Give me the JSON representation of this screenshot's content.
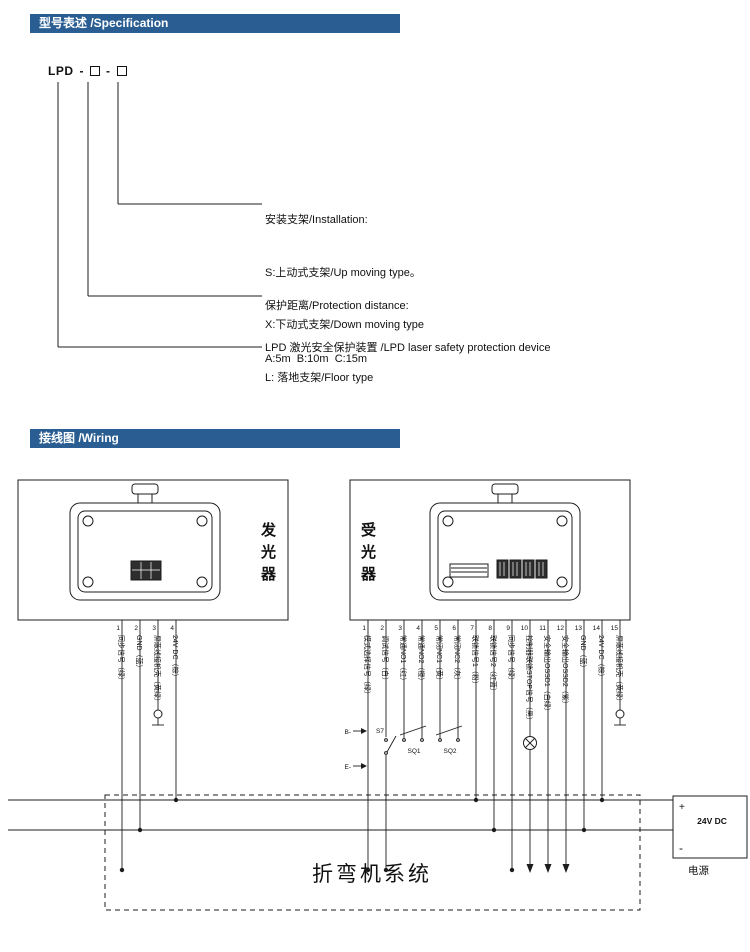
{
  "sections": {
    "spec_title": "型号表述 /Specification",
    "wiring_title": "接线图 /Wiring"
  },
  "model": {
    "prefix": "LPD",
    "dash": "-",
    "installation_title": "安装支架/Installation:",
    "installation_lines": [
      "S:上动式支架/Up moving type。",
      "X:下动式支架/Down moving type",
      "L: 落地支架/Floor type"
    ],
    "protection_title": "保护距离/Protection distance:",
    "protection_values": "A:5m  B:10m  C:15m",
    "device_desc": "LPD 激光安全保护装置 /LPD laser safety protection device"
  },
  "wiring": {
    "emitter_label": "发光器",
    "receiver_label": "受光器",
    "emitter_terminals": [
      {
        "num": "1",
        "label": "同步信号（绿）"
      },
      {
        "num": "2",
        "label": "GND（蓝）"
      },
      {
        "num": "3",
        "label": "屏蔽线接机壳（黄绿）"
      },
      {
        "num": "4",
        "label": "24V DC（棕）"
      }
    ],
    "receiver_terminals": [
      {
        "num": "1",
        "label": "模式选择信号（绿）"
      },
      {
        "num": "2",
        "label": "调试信号（白）"
      },
      {
        "num": "3",
        "label": "常通NO1（红）"
      },
      {
        "num": "4",
        "label": "常通NO2（橙）"
      },
      {
        "num": "5",
        "label": "常闭NC1（黄）"
      },
      {
        "num": "6",
        "label": "常闭NC2（灰）"
      },
      {
        "num": "7",
        "label": "联锁信号1（粉）"
      },
      {
        "num": "8",
        "label": "联锁信号2（红蓝）"
      },
      {
        "num": "9",
        "label": "同步信号（绿）"
      },
      {
        "num": "10",
        "label": "控制器联锁STOP信号（黑）"
      },
      {
        "num": "11",
        "label": "安全输出OSSD1（白绿）"
      },
      {
        "num": "12",
        "label": "安全输出OSSD2（紫）"
      },
      {
        "num": "13",
        "label": "GND（蓝）"
      },
      {
        "num": "14",
        "label": "24V DC（棕）"
      },
      {
        "num": "15",
        "label": "屏蔽线接机壳（黄绿）"
      }
    ],
    "annotations": {
      "b": "B-",
      "e": "E-",
      "s7": "S7",
      "sq1": "SQ1",
      "sq2": "SQ2"
    },
    "system_label": "折弯机系统",
    "power": {
      "plus": "+",
      "minus": "-",
      "voltage": "24V DC",
      "caption": "电源"
    }
  }
}
